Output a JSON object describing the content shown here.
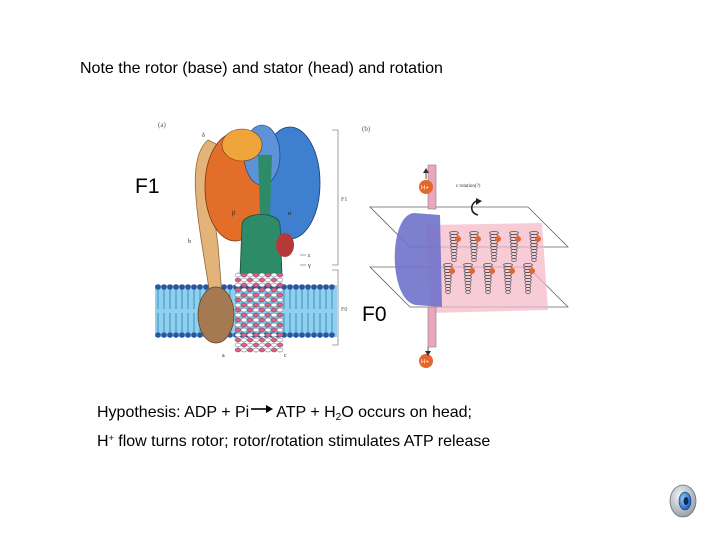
{
  "slide": {
    "title": "Note the rotor (base) and stator (head) and rotation",
    "label_f1": "F1",
    "label_f0": "F0",
    "figure_a": {
      "panel_label": "(a)",
      "subunit_labels": [
        "δ",
        "β",
        "α",
        "b",
        "ε",
        "γ",
        "a",
        "c"
      ],
      "bracket_labels": [
        "F1",
        "F0"
      ]
    },
    "figure_b": {
      "panel_label": "(b)",
      "callout": "ε rotation(?)",
      "ion_label": "H+"
    },
    "hypothesis": {
      "prefix": "Hypothesis:  ADP + Pi",
      "atp_text": "ATP + H",
      "subscript": "2",
      "suffix": "O occurs on head;",
      "line2_ion": "H",
      "line2_sup": "+",
      "line2_rest": " flow turns rotor; rotor/rotation stimulates ATP release"
    }
  },
  "icons": {
    "speaker": "speaker-icon",
    "arrow": "right-arrow-icon"
  },
  "colors": {
    "orange_subunit": "#e36e2a",
    "blue_subunit": "#3f7fd0",
    "green_stalk": "#2e8b6a",
    "membrane": "#3aa8d8",
    "tan_stator": "#e3b37a",
    "pink_ring": "#e85a86"
  }
}
